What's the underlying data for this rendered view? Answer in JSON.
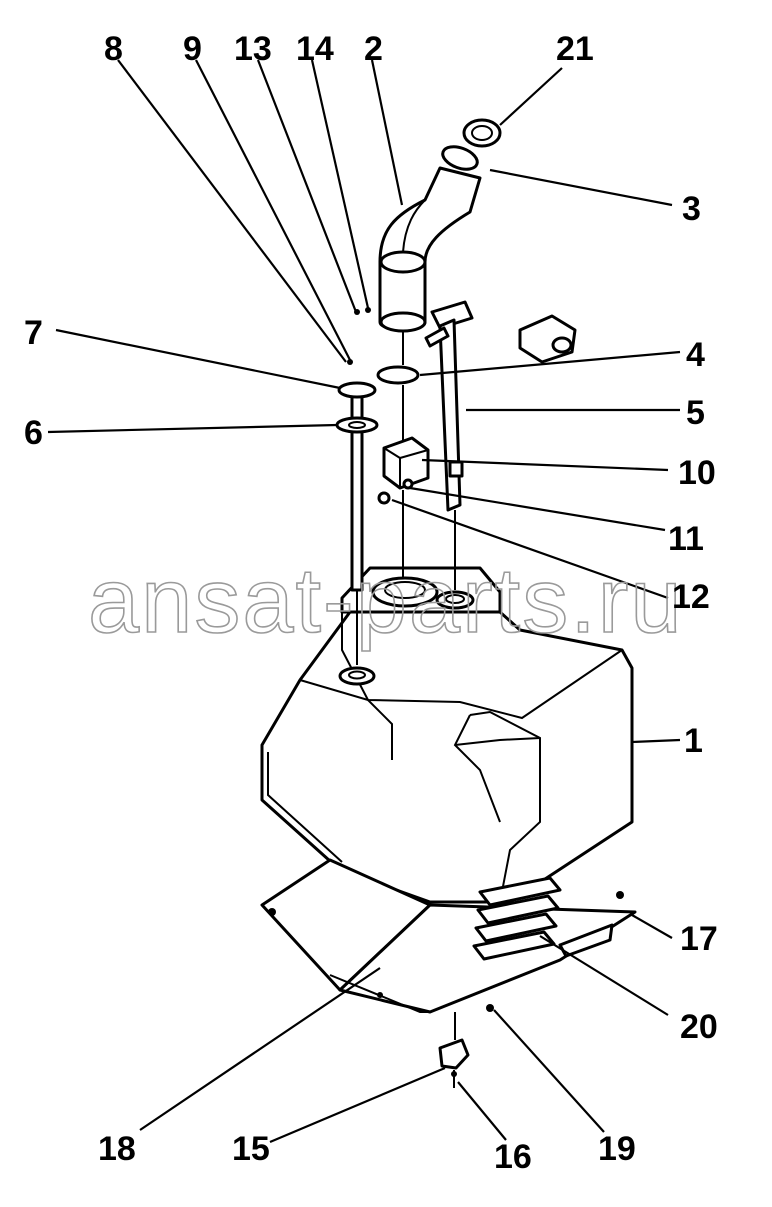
{
  "watermark": "ansat-parts.ru",
  "callouts": [
    {
      "id": "8",
      "label": "8"
    },
    {
      "id": "9",
      "label": "9"
    },
    {
      "id": "13",
      "label": "13"
    },
    {
      "id": "14",
      "label": "14"
    },
    {
      "id": "2",
      "label": "2"
    },
    {
      "id": "21",
      "label": "21"
    },
    {
      "id": "3",
      "label": "3"
    },
    {
      "id": "7",
      "label": "7"
    },
    {
      "id": "4",
      "label": "4"
    },
    {
      "id": "5",
      "label": "5"
    },
    {
      "id": "6",
      "label": "6"
    },
    {
      "id": "10",
      "label": "10"
    },
    {
      "id": "11",
      "label": "11"
    },
    {
      "id": "12",
      "label": "12"
    },
    {
      "id": "1",
      "label": "1"
    },
    {
      "id": "17",
      "label": "17"
    },
    {
      "id": "20",
      "label": "20"
    },
    {
      "id": "18",
      "label": "18"
    },
    {
      "id": "15",
      "label": "15"
    },
    {
      "id": "16",
      "label": "16"
    },
    {
      "id": "19",
      "label": "19"
    }
  ]
}
